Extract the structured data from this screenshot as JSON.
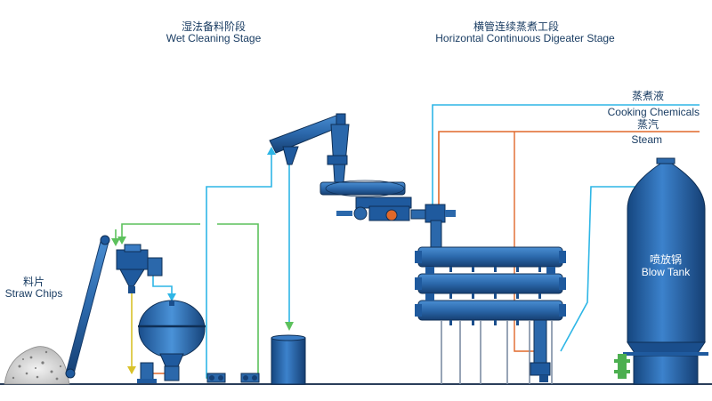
{
  "stages": {
    "wet_cleaning": {
      "zh": "湿法备料阶段",
      "en": "Wet Cleaning Stage"
    },
    "digester": {
      "zh": "横管连续蒸煮工段",
      "en": "Horizontal Continuous Digeater Stage"
    }
  },
  "inputs": {
    "straw": {
      "zh": "料片",
      "en": "Straw Chips"
    },
    "cooking": {
      "zh": "蒸煮液",
      "en": "Cooking Chemicals"
    },
    "steam": {
      "zh": "蒸汽",
      "en": "Steam"
    }
  },
  "blow_tank": {
    "zh": "喷放锅",
    "en": "Blow Tank"
  },
  "colors": {
    "equipment": "#1f5a9e",
    "equipment_light": "#3a7cc4",
    "cyan_line": "#2eb6e6",
    "green_line": "#5cc15c",
    "orange_line": "#e0682a",
    "yellow_line": "#d9c22a",
    "ground": "#2a3e5a",
    "text": "#1a3d63"
  }
}
